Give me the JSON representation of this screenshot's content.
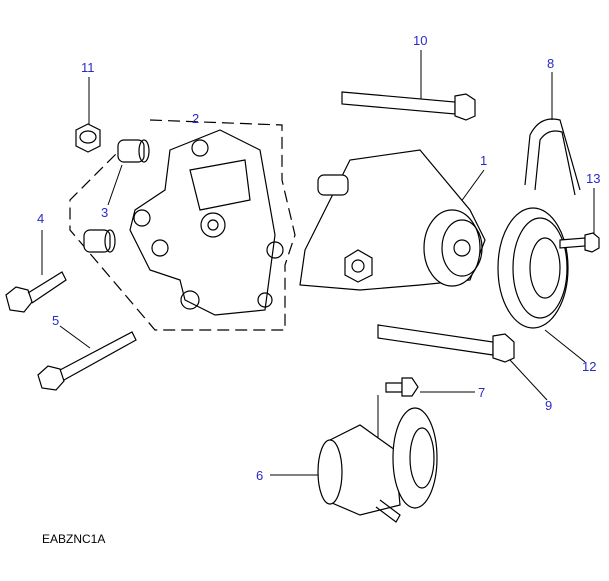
{
  "diagram_ref": "EABZNC1A",
  "callouts": [
    {
      "id": "10",
      "part": "long-bolt-top"
    },
    {
      "id": "8",
      "part": "drive-belt"
    },
    {
      "id": "11",
      "part": "nut"
    },
    {
      "id": "2",
      "part": "mounting-bracket"
    },
    {
      "id": "1",
      "part": "power-steering-pump"
    },
    {
      "id": "13",
      "part": "pulley-bolt"
    },
    {
      "id": "3",
      "part": "dowel-sleeves"
    },
    {
      "id": "4",
      "part": "short-bolt"
    },
    {
      "id": "5",
      "part": "long-bolt-left"
    },
    {
      "id": "12",
      "part": "pump-pulley"
    },
    {
      "id": "7",
      "part": "tensioner-bolt"
    },
    {
      "id": "9",
      "part": "pump-bolt"
    },
    {
      "id": "6",
      "part": "belt-tensioner"
    }
  ],
  "colors": {
    "callout": "#2a2ac8",
    "line": "#000000"
  }
}
